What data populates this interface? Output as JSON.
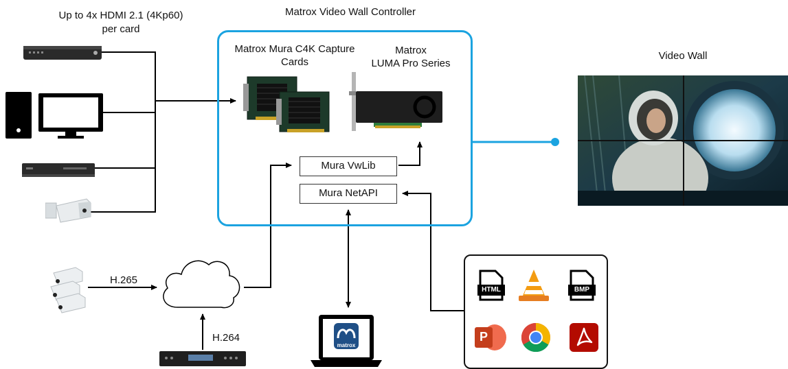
{
  "labels": {
    "hdmi_line1": "Up to 4x HDMI 2.1 (4Kp60)",
    "hdmi_line2": "per card",
    "controller_title": "Matrox Video Wall Controller",
    "capture_line1": "Matrox Mura C4K Capture",
    "capture_line2": "Cards",
    "luma_line1": "Matrox",
    "luma_line2": "LUMA Pro Series",
    "video_wall": "Video Wall",
    "h265": "H.265",
    "h264": "H.264"
  },
  "modules": {
    "vwlib": "Mura VwLib",
    "netapi": "Mura NetAPI"
  },
  "device_text": {
    "laptop_logo": "matrox",
    "file_html": "HTML",
    "file_bmp": "BMP",
    "ppt_letter": "P"
  },
  "colors": {
    "controller_border": "#1ba3e0",
    "wire": "#000000",
    "wall_link": "#1ba3e0"
  }
}
